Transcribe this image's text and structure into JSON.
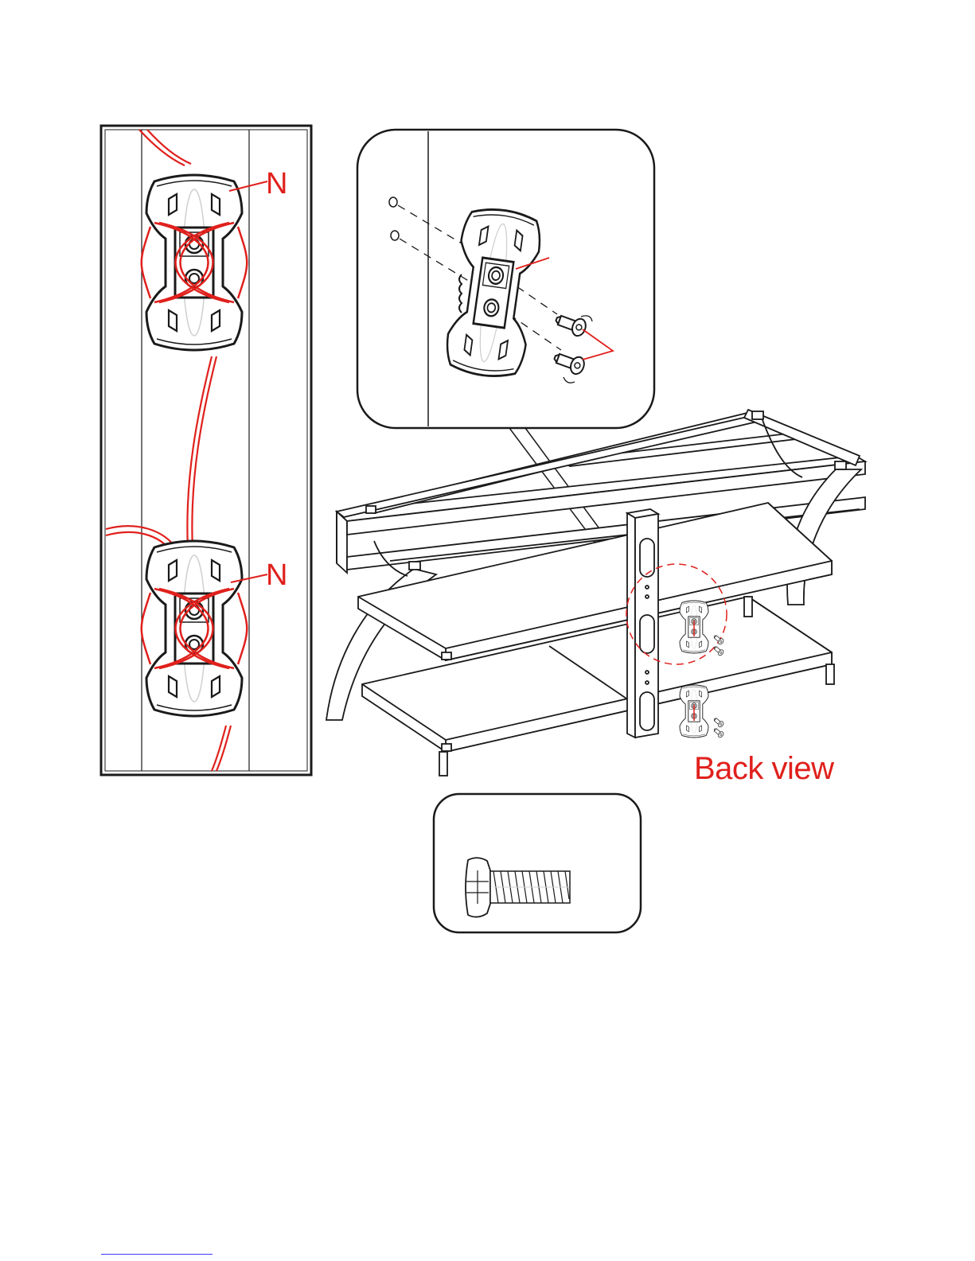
{
  "labels": {
    "part_letter_top": "N",
    "part_letter_bottom": "N",
    "view_caption": "Back view"
  },
  "colors": {
    "ink": "#1a1a1a",
    "callout": "#e0201c",
    "cable": "#e0201c",
    "footer_link": "#3a3aff"
  },
  "icons": {
    "cable_clip": "cable-clip-icon",
    "screw": "screw-icon"
  }
}
